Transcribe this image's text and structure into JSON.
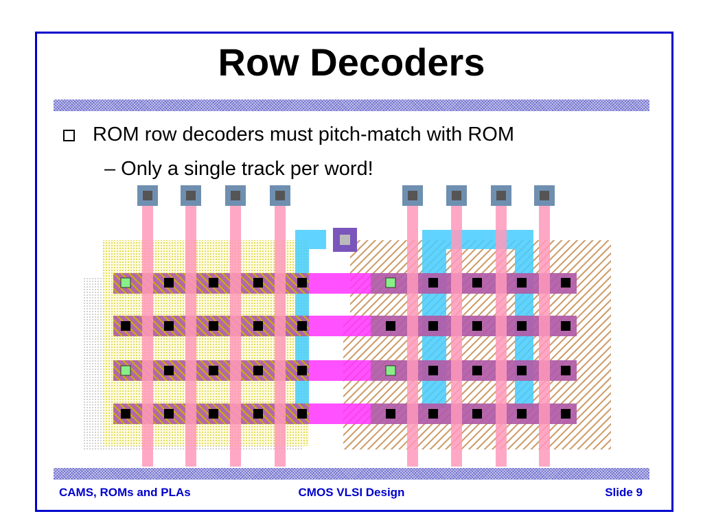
{
  "slide": {
    "title": "Row Decoders",
    "bullet": "ROM row decoders must pitch-match with ROM",
    "sub_bullet": "– Only a single track per word!"
  },
  "layout_colors": {
    "metal1": "#ff33ff",
    "metal2": "#ff99bb",
    "poly": "#44ccff",
    "diffusion_n": "#e8e84a",
    "well": "#cc9966",
    "contact": "#000000",
    "via": "#88ff88",
    "pad": "#6f8fb0"
  },
  "footer": {
    "left": "CAMS, ROMs and PLAs",
    "center": "CMOS VLSI Design",
    "right": "Slide 9"
  },
  "colors": {
    "frame": "#0000cc",
    "footer_text": "#0000cc",
    "hatch": "#6a6acc"
  }
}
